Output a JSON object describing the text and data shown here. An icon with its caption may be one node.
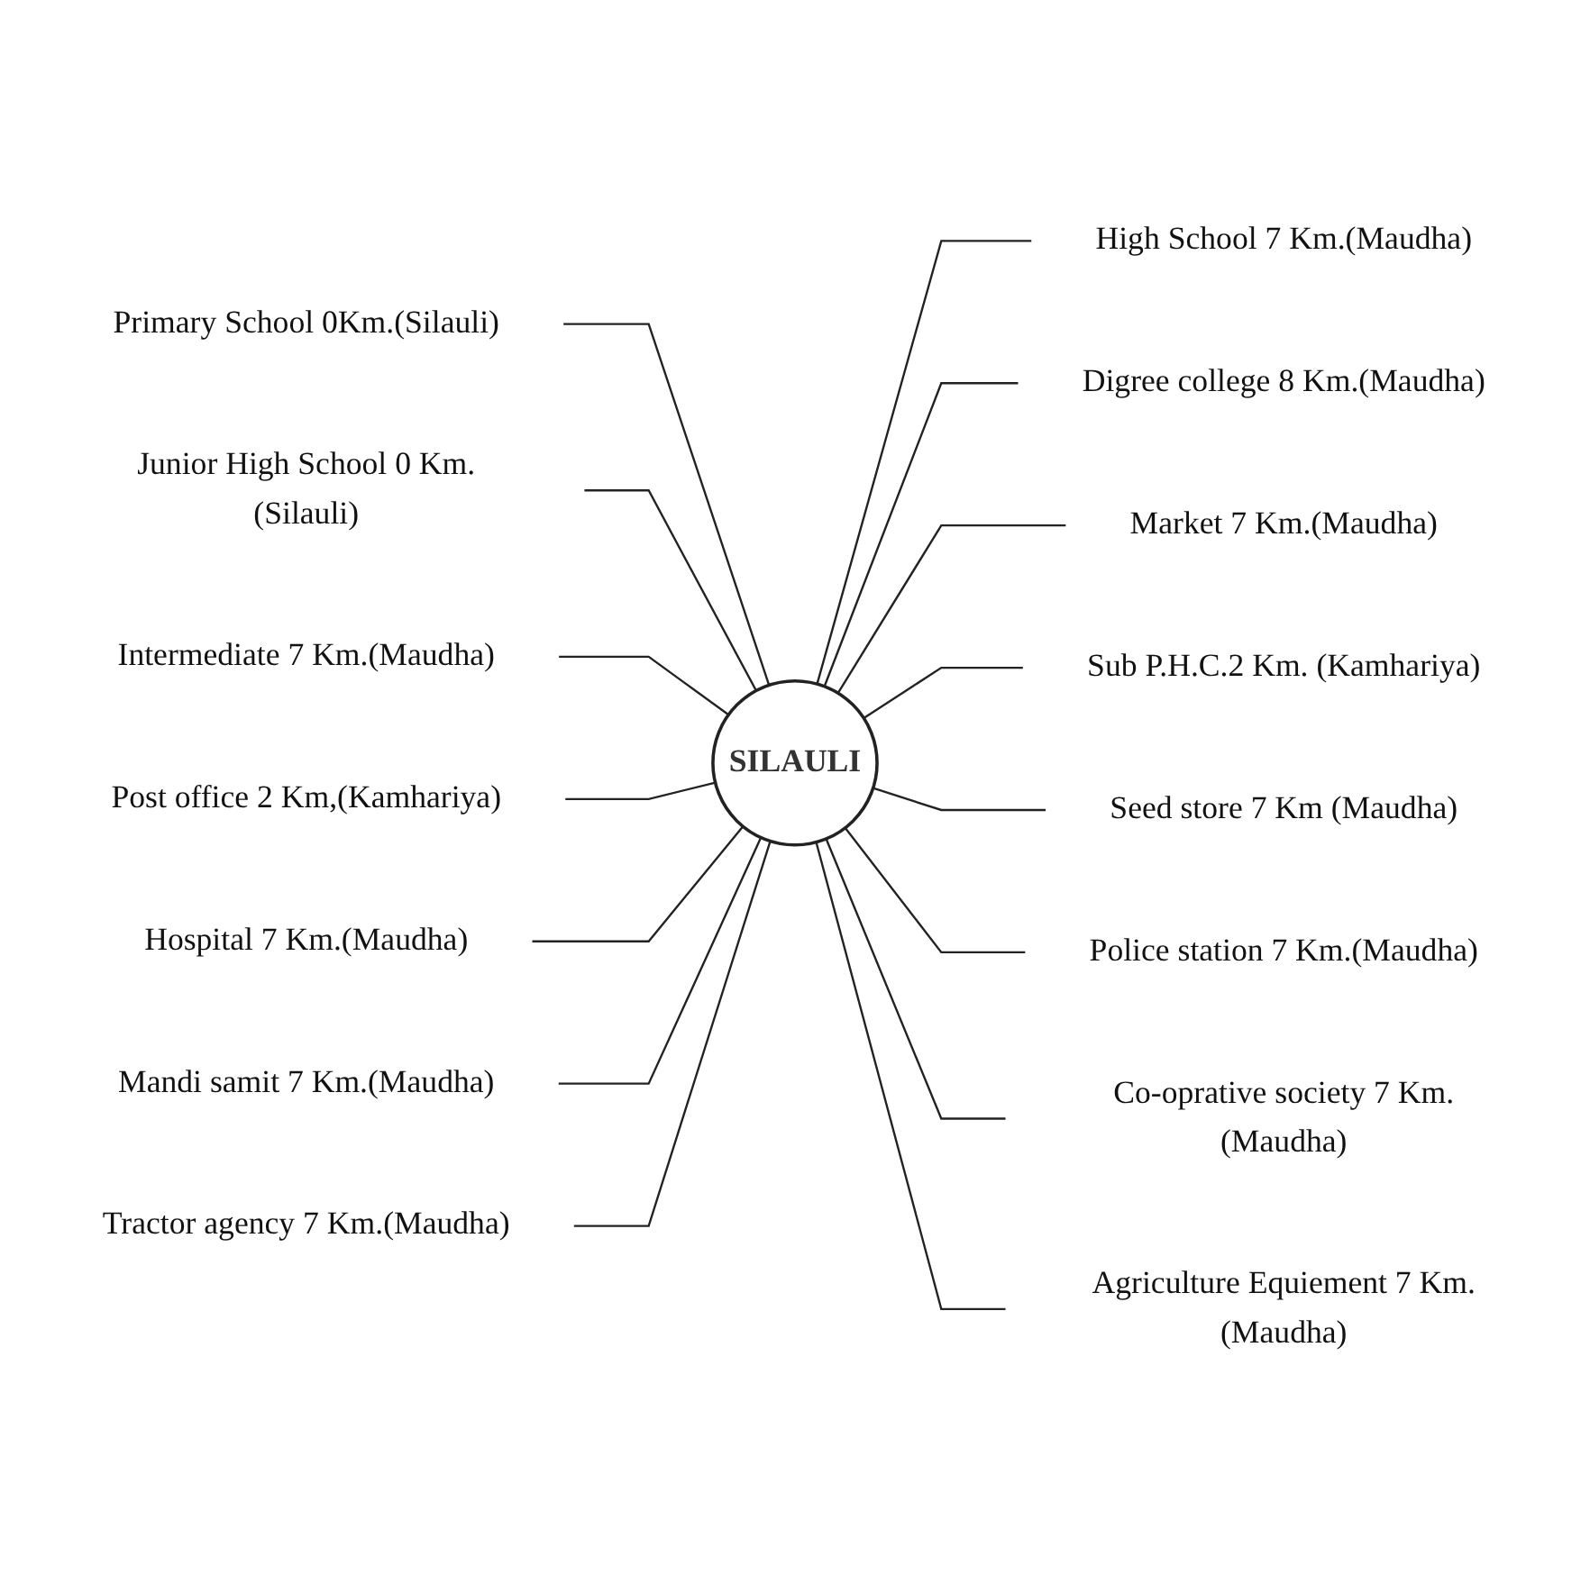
{
  "diagram": {
    "nodes": [
      {
        "text": [
          "Primary School 0Km.(Silauli)"
        ]
      },
      {
        "text": [
          "Junior High School 0 Km.(Silauli)"
        ]
      },
      {
        "text": [
          "High School 7 Km.(Maudha)"
        ]
      },
      {
        "text": [
          "Intermediate 7 Km.(Maudha)"
        ]
      },
      {
        "text": [
          "Digree college 8 Km.(Maudha)"
        ]
      },
      {
        "text": [
          "Post office 2 Km,(Kamhariya)"
        ]
      },
      {
        "text": [
          "Market 7 Km.(Maudha)"
        ]
      },
      {
        "text": [
          "SILAULI"
        ]
      },
      {
        "text": [
          "Hospital 7 Km.(Maudha)"
        ]
      },
      {
        "text": [
          "Sub P.H.C.2 Km. (Kamhariya)"
        ]
      },
      {
        "text": [
          "Seed store 7 Km (Maudha)"
        ]
      },
      {
        "text": [
          "Mandi samit 7 Km.(Maudha)"
        ]
      },
      {
        "text": [
          "Police station 7 Km.(Maudha)"
        ]
      },
      {
        "text": [
          "Tractor agency 7 Km.(Maudha)"
        ]
      },
      {
        "text": [
          "Co-oprative society 7 Km.(Maudha)"
        ]
      },
      {
        "text": [
          "Agriculture Equiement 7 Km.(Maudha)"
        ]
      }
    ],
    "edges": [
      {
        "from": 0,
        "to": 7,
        "arrow": "none"
      },
      {
        "from": 1,
        "to": 7,
        "arrow": "none"
      },
      {
        "from": 7,
        "to": 2,
        "arrow": "none"
      },
      {
        "from": 3,
        "to": 7,
        "arrow": "none"
      },
      {
        "from": 7,
        "to": 4,
        "arrow": "none"
      },
      {
        "from": 5,
        "to": 7,
        "arrow": "none"
      },
      {
        "from": 7,
        "to": 6,
        "arrow": "none"
      },
      {
        "from": 8,
        "to": 7,
        "arrow": "none"
      },
      {
        "from": 7,
        "to": 9,
        "arrow": "none"
      },
      {
        "from": 7,
        "to": 10,
        "arrow": "none"
      },
      {
        "from": 11,
        "to": 7,
        "arrow": "none"
      },
      {
        "from": 7,
        "to": 12,
        "arrow": "none"
      },
      {
        "from": 13,
        "to": 7,
        "arrow": "none"
      },
      {
        "from": 7,
        "to": 14,
        "arrow": "none"
      },
      {
        "from": 7,
        "to": 15,
        "arrow": "none"
      }
    ]
  }
}
